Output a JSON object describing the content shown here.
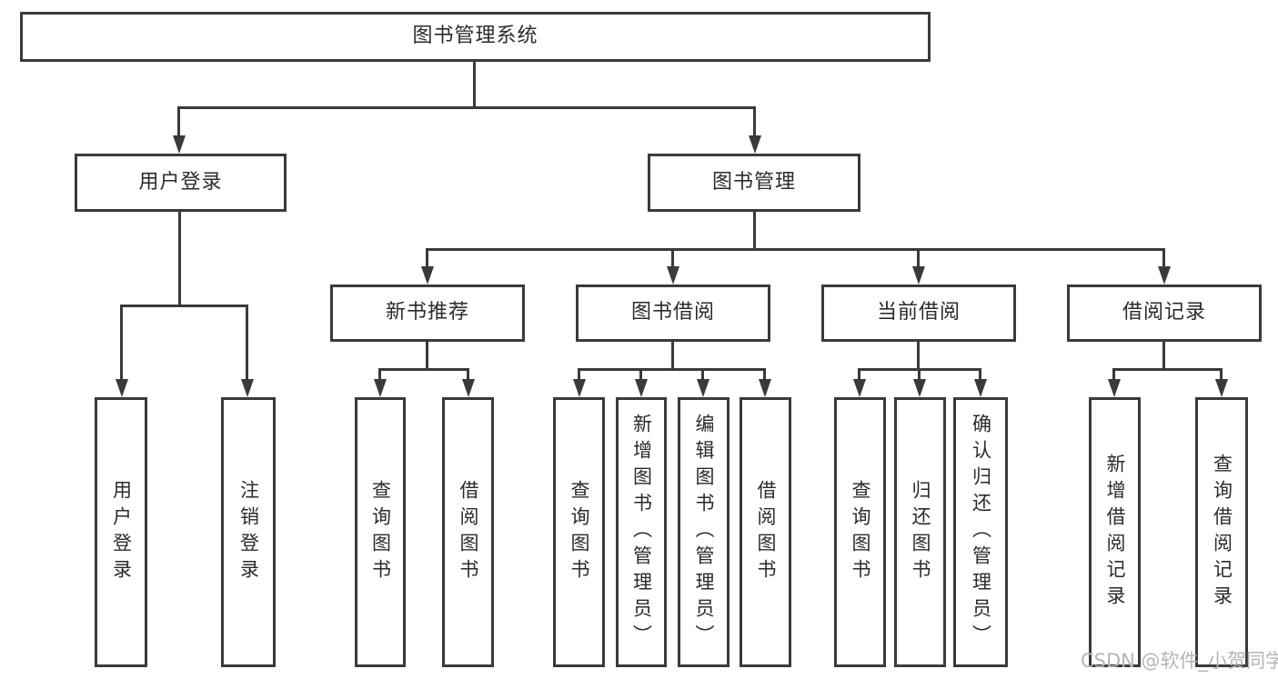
{
  "diagram": {
    "type": "hierarchy",
    "root": {
      "label": "图书管理系统",
      "children": [
        {
          "label": "用户登录",
          "children": [
            {
              "label": "用户登录"
            },
            {
              "label": "注销登录"
            }
          ]
        },
        {
          "label": "图书管理",
          "children": [
            {
              "label": "新书推荐",
              "children": [
                {
                  "label": "查询图书"
                },
                {
                  "label": "借阅图书"
                }
              ]
            },
            {
              "label": "图书借阅",
              "children": [
                {
                  "label": "查询图书"
                },
                {
                  "label": "新增图书（管理员）"
                },
                {
                  "label": "编辑图书（管理员）"
                },
                {
                  "label": "借阅图书"
                }
              ]
            },
            {
              "label": "当前借阅",
              "children": [
                {
                  "label": "查询图书"
                },
                {
                  "label": "归还图书"
                },
                {
                  "label": "确认归还（管理员）"
                }
              ]
            },
            {
              "label": "借阅记录",
              "children": [
                {
                  "label": "新增借阅记录"
                },
                {
                  "label": "查询借阅记录"
                }
              ]
            }
          ]
        }
      ]
    }
  },
  "watermark": {
    "text": "CSDN @软件_小贺同学"
  },
  "colors": {
    "line": "#3A3A3A",
    "text": "#2B2B2B",
    "background": "#FFFFFF",
    "watermark": "#B5B5B5"
  }
}
